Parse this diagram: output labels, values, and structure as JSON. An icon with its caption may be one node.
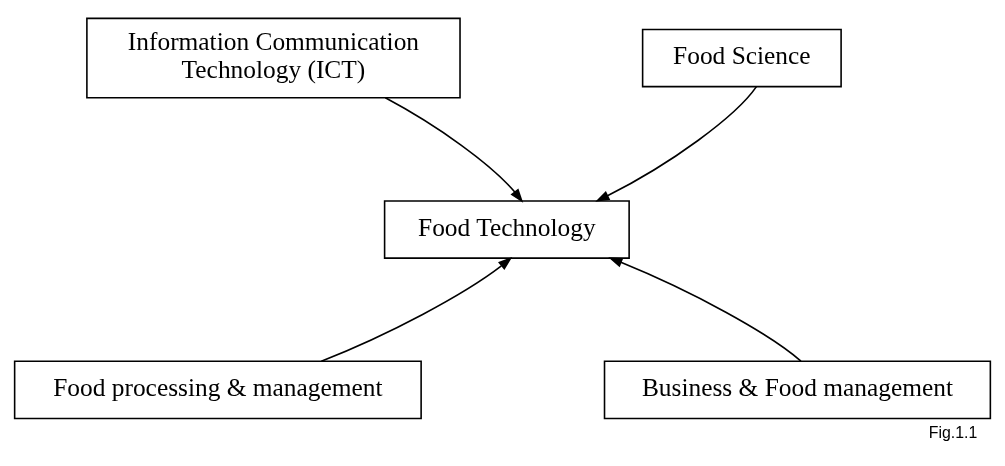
{
  "diagram": {
    "caption": "Fig.1.1",
    "nodes": [
      {
        "text": [
          "Information Communication Technology (ICT)"
        ]
      },
      {
        "text": [
          "Food Science"
        ]
      },
      {
        "text": [
          "Food Technology"
        ]
      },
      {
        "text": [
          "Food processing & management"
        ]
      },
      {
        "text": [
          "Business & Food management"
        ]
      }
    ],
    "edges": [
      {
        "from": 0,
        "to": 2,
        "arrow": "to"
      },
      {
        "from": 1,
        "to": 2,
        "arrow": "to"
      },
      {
        "from": 3,
        "to": 2,
        "arrow": "to"
      },
      {
        "from": 4,
        "to": 2,
        "arrow": "to"
      }
    ]
  }
}
